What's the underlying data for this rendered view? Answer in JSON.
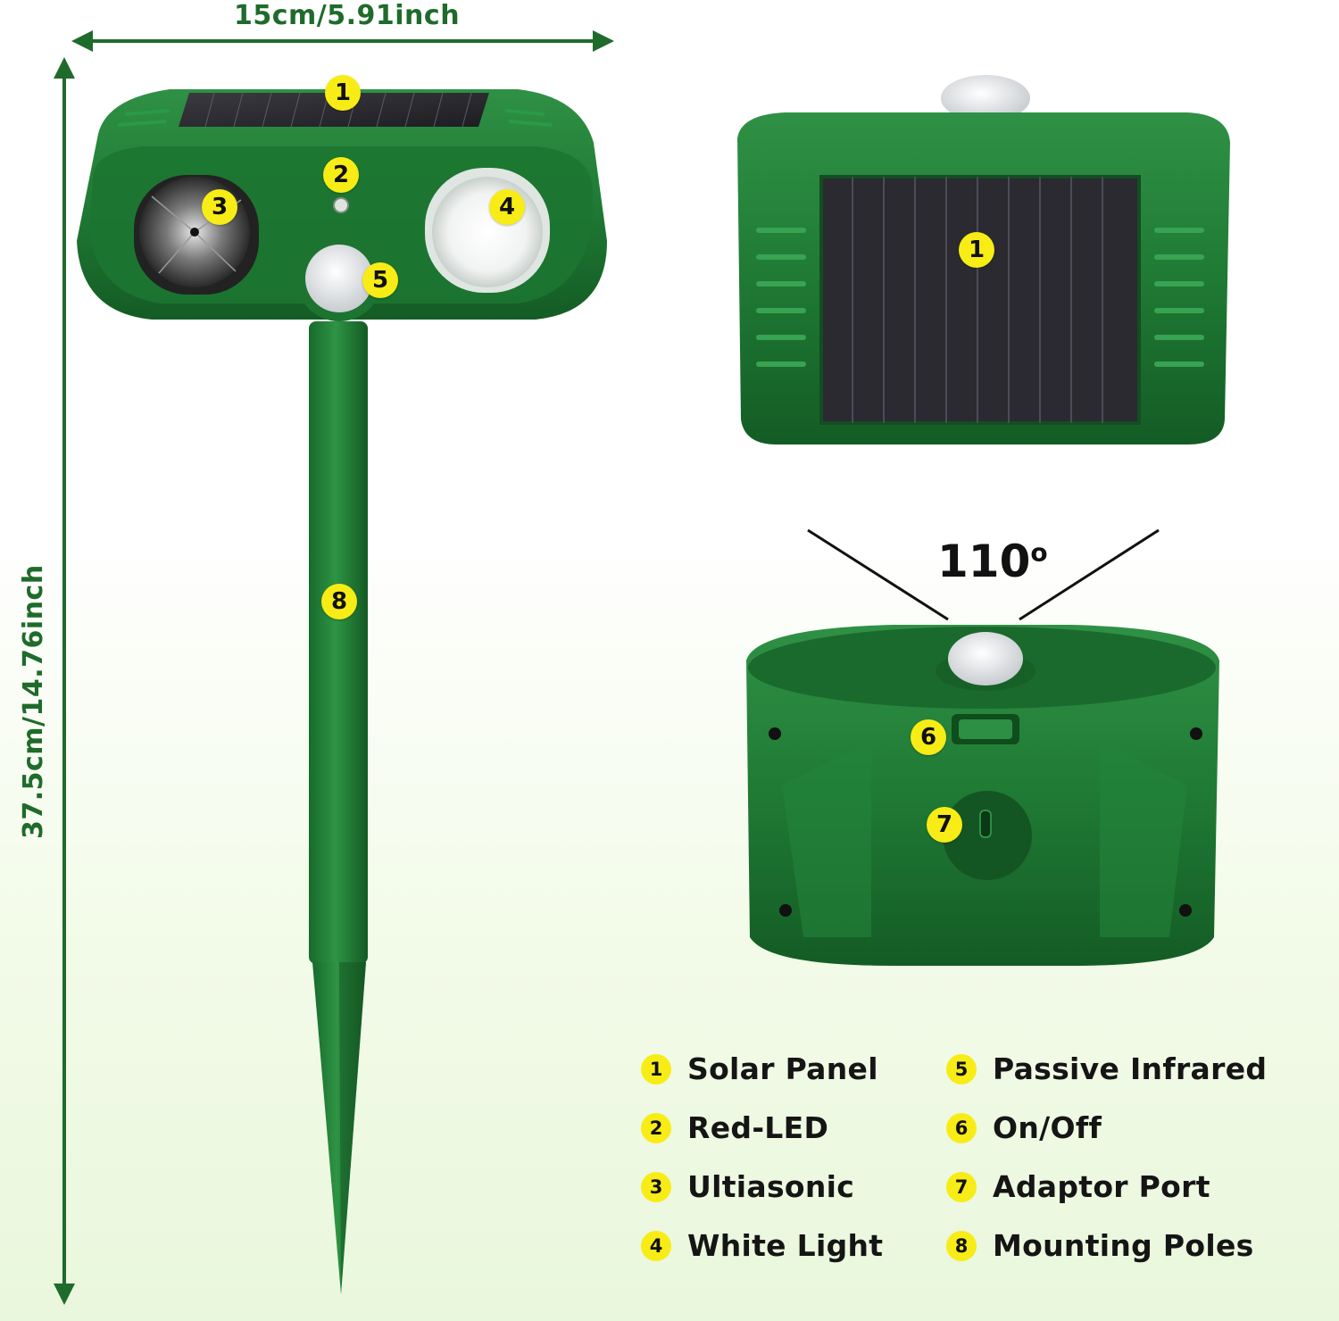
{
  "dimensions": {
    "width_label": "15cm/5.91inch",
    "height_label": "37.5cm/14.76inch"
  },
  "detection_angle": {
    "value": "110",
    "unit": "o"
  },
  "callouts": [
    "1",
    "2",
    "3",
    "4",
    "5",
    "1",
    "6",
    "7",
    "8"
  ],
  "legend": [
    {
      "num": "1",
      "label": "Solar Panel"
    },
    {
      "num": "2",
      "label": "Red-LED"
    },
    {
      "num": "3",
      "label": "Ultiasonic"
    },
    {
      "num": "4",
      "label": "White Light"
    },
    {
      "num": "5",
      "label": "Passive Infrared"
    },
    {
      "num": "6",
      "label": "On/Off"
    },
    {
      "num": "7",
      "label": "Adaptor Port"
    },
    {
      "num": "8",
      "label": "Mounting Poles"
    }
  ],
  "colors": {
    "device_green": "#1f7a34",
    "dimension_arrow": "#1f6b2b",
    "badge_yellow": "#f8ec16",
    "solar_panel": "#2d2d31"
  }
}
